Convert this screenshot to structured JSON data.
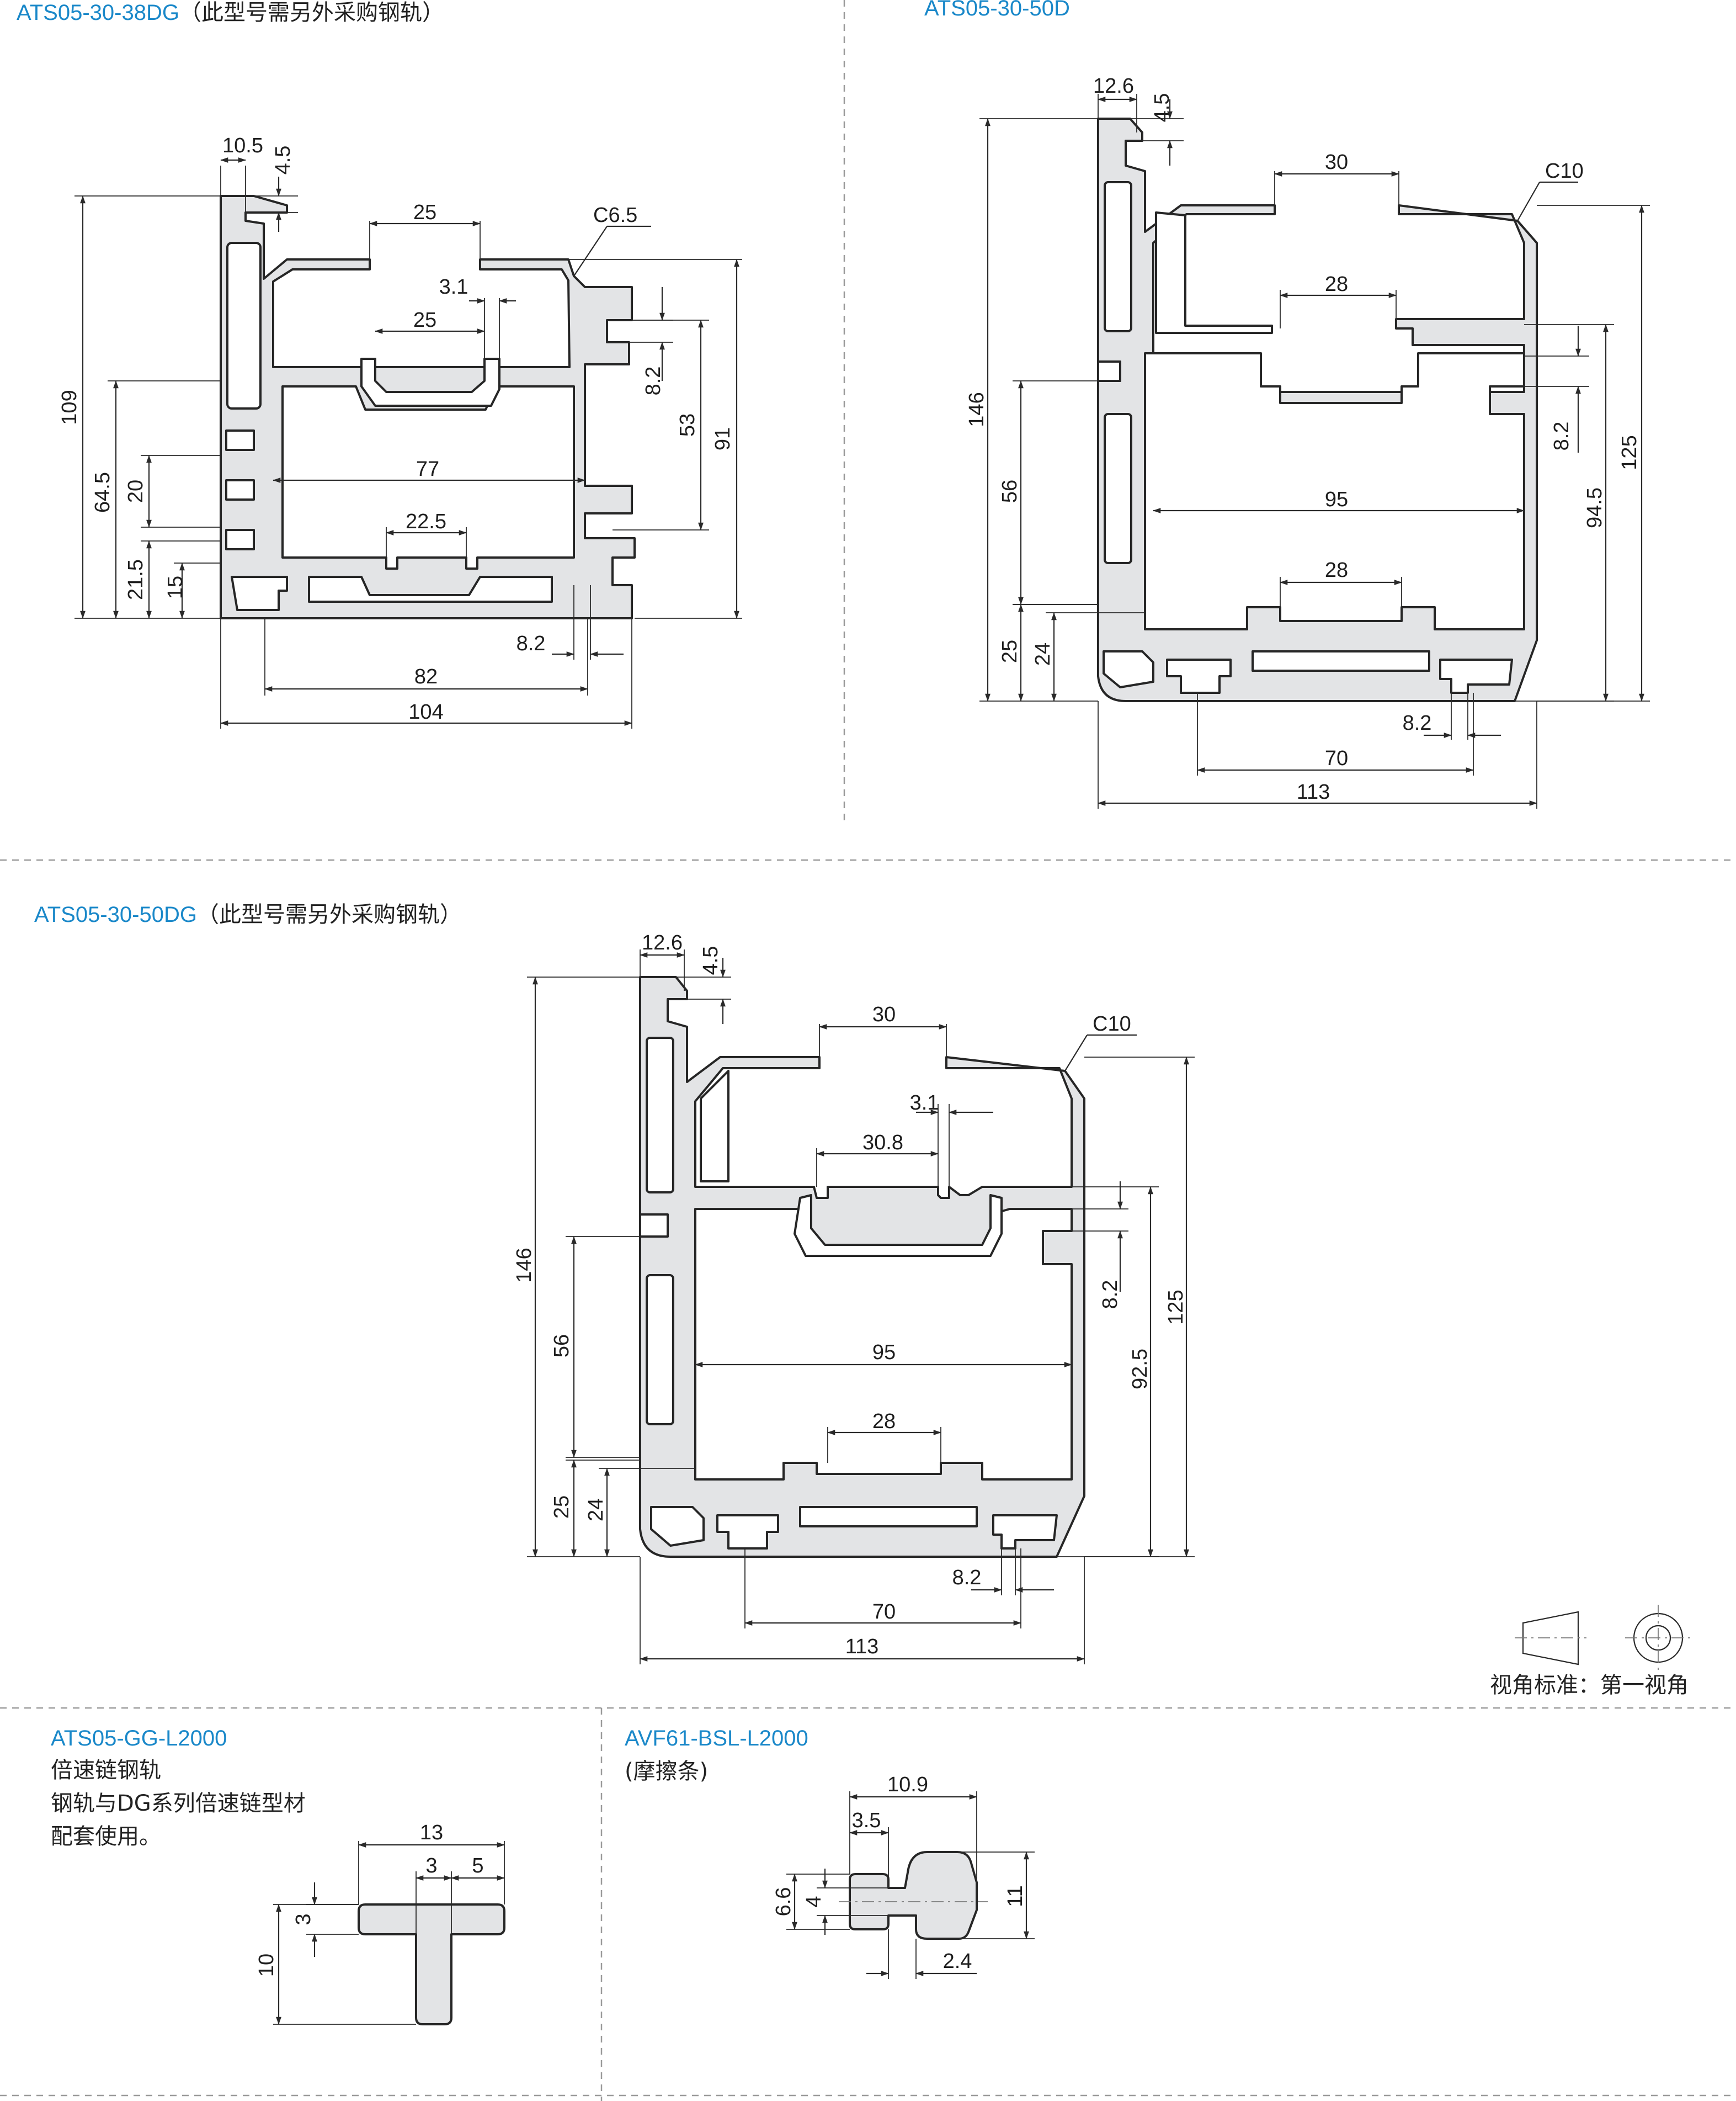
{
  "page": {
    "accent_color": "#1a88c9",
    "profile_fill": "#e3e4e6",
    "outline_color": "#262626"
  },
  "drawings": [
    {
      "id": "ats05-30-38dg",
      "title": "ATS05-30-38DG",
      "note": "（此型号需另外采购钢轨）",
      "dims": [
        "10.5",
        "4.5",
        "25",
        "C6.5",
        "3.1",
        "25",
        "8.2",
        "53",
        "91",
        "109",
        "64.5",
        "20",
        "77",
        "22.5",
        "21.5",
        "15",
        "8.2",
        "82",
        "104"
      ]
    },
    {
      "id": "ats05-30-50d",
      "title": "ATS05-30-50D",
      "note": "",
      "dims": [
        "12.6",
        "4.5",
        "30",
        "C10",
        "28",
        "146",
        "56",
        "8.2",
        "94.5",
        "125",
        "95",
        "28",
        "25",
        "24",
        "8.2",
        "70",
        "113"
      ]
    },
    {
      "id": "ats05-30-50dg",
      "title": "ATS05-30-50DG",
      "note": "（此型号需另外采购钢轨）",
      "dims": [
        "12.6",
        "4.5",
        "30",
        "C10",
        "3.1",
        "30.8",
        "146",
        "56",
        "8.2",
        "92.5",
        "125",
        "95",
        "28",
        "25",
        "24",
        "8.2",
        "70",
        "113"
      ]
    },
    {
      "id": "ats05-gg-l2000",
      "title": "ATS05-GG-L2000",
      "description": [
        "倍速链钢轨",
        "钢轨与DG系列倍速链型材",
        "配套使用。"
      ],
      "dims": [
        "13",
        "3",
        "5",
        "3",
        "10"
      ]
    },
    {
      "id": "avf61-bsl-l2000",
      "title": "AVF61-BSL-L2000",
      "description": [
        "(摩擦条)"
      ],
      "dims": [
        "10.9",
        "3.5",
        "6.6",
        "4",
        "11",
        "2.4"
      ]
    }
  ],
  "projection": {
    "label": "视角标准：第一视角"
  }
}
